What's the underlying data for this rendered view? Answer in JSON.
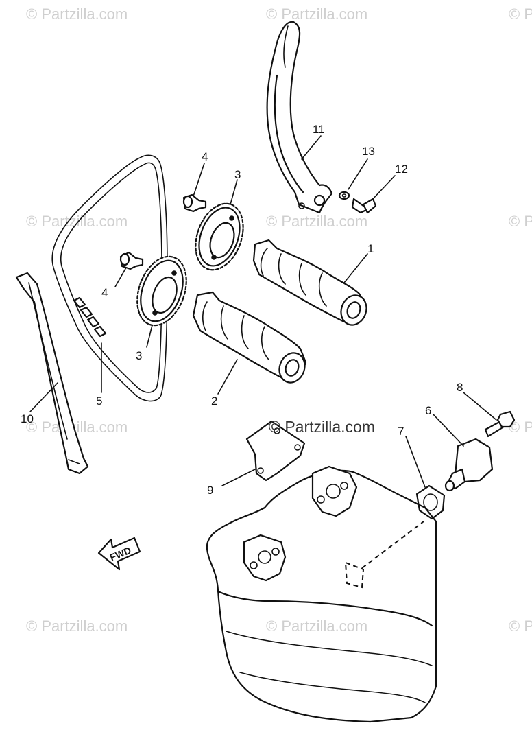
{
  "watermark": {
    "text": "© Partzilla.com",
    "center_text": "© Partzilla.com"
  },
  "callouts": [
    {
      "id": "1",
      "label": "1"
    },
    {
      "id": "2",
      "label": "2"
    },
    {
      "id": "3a",
      "label": "3"
    },
    {
      "id": "3b",
      "label": "3"
    },
    {
      "id": "4a",
      "label": "4"
    },
    {
      "id": "4b",
      "label": "4"
    },
    {
      "id": "5",
      "label": "5"
    },
    {
      "id": "6",
      "label": "6"
    },
    {
      "id": "7",
      "label": "7"
    },
    {
      "id": "8",
      "label": "8"
    },
    {
      "id": "9",
      "label": "9"
    },
    {
      "id": "10",
      "label": "10"
    },
    {
      "id": "11",
      "label": "11"
    },
    {
      "id": "12",
      "label": "12"
    },
    {
      "id": "13",
      "label": "13"
    }
  ],
  "fwd_label": "FWD",
  "colors": {
    "ink": "#111111",
    "watermark": "#cfcfcf",
    "background": "#ffffff"
  }
}
